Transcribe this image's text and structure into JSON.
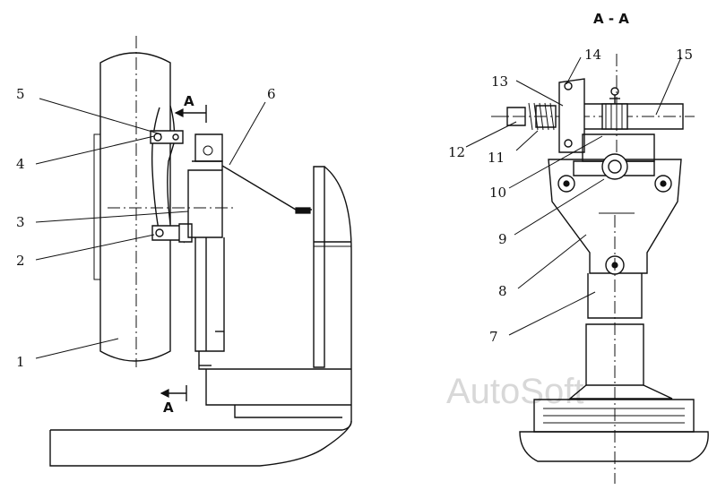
{
  "section_title": "A - A",
  "section_markers": [
    "A",
    "A"
  ],
  "watermark": "AutoSoft",
  "part_labels": [
    "1",
    "2",
    "3",
    "4",
    "5",
    "6",
    "7",
    "8",
    "9",
    "10",
    "11",
    "12",
    "13",
    "14",
    "15"
  ]
}
